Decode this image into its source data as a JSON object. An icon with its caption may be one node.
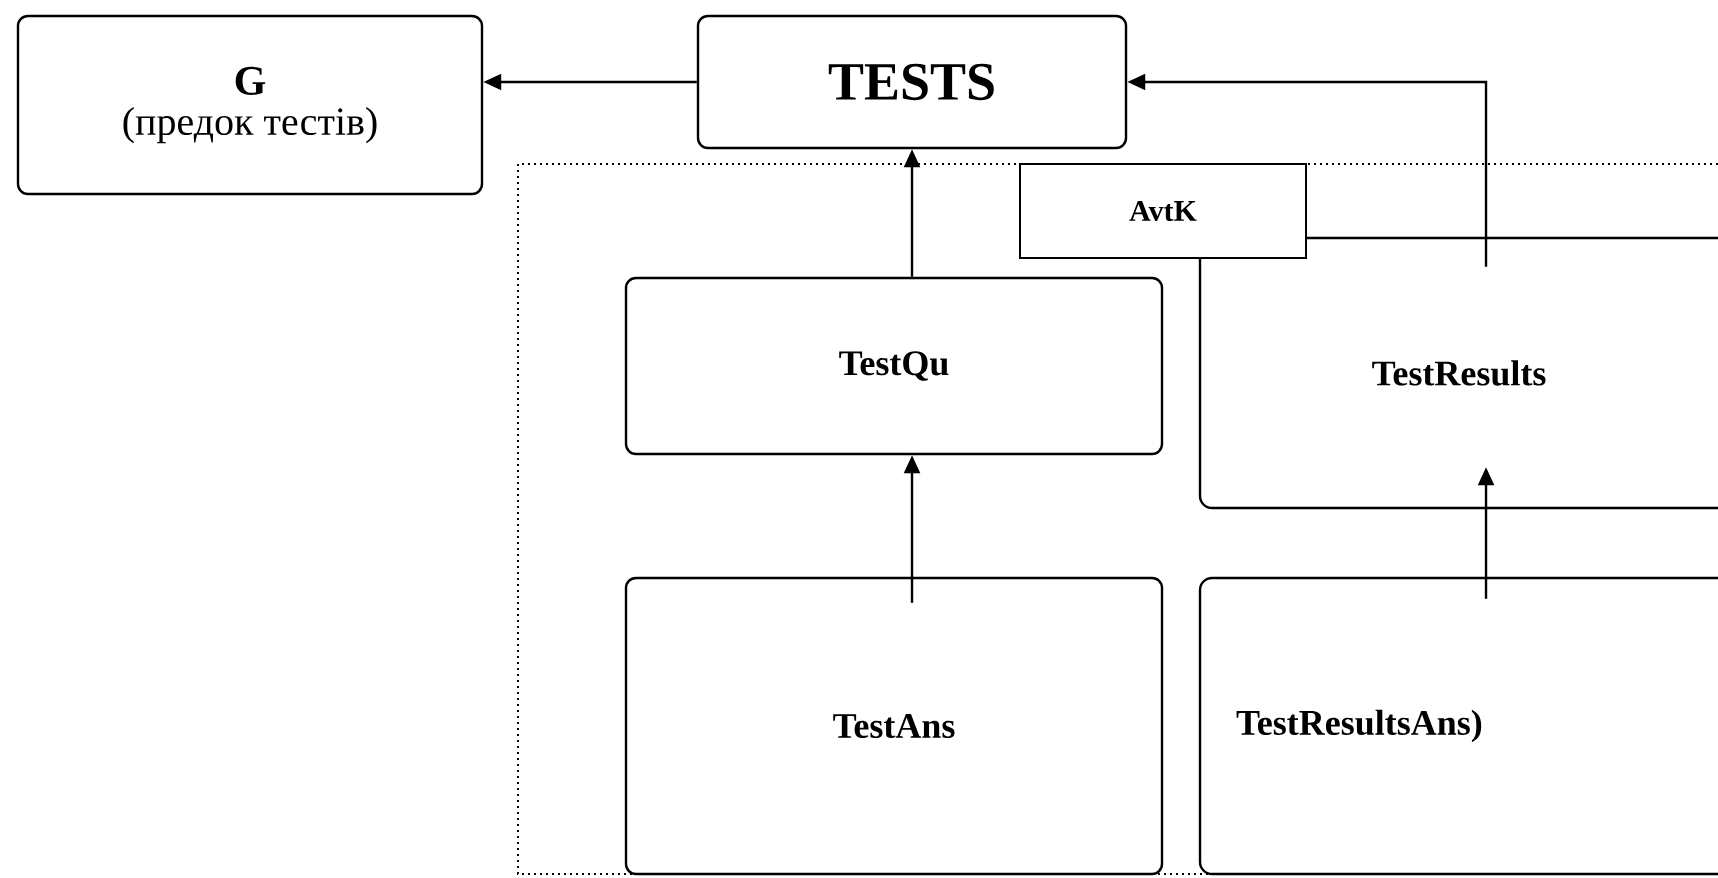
{
  "diagram": {
    "nodes": [
      {
        "text": [
          "G",
          "(предок тестів)"
        ]
      },
      {
        "text": [
          "TESTS"
        ]
      },
      {
        "text": [],
        "shape": "box"
      },
      {
        "text": [
          "AvtK"
        ],
        "in": 2
      },
      {
        "text": [
          "TestQu"
        ],
        "in": 2
      },
      {
        "text": [
          "TestResults"
        ],
        "in": 2
      },
      {
        "text": [
          "TestAns"
        ],
        "in": 2
      },
      {
        "text": [
          "TestResultsAns)"
        ],
        "in": 2
      }
    ],
    "edges": [
      {
        "from": 1,
        "to": 0,
        "arrow": "to"
      },
      {
        "from": 4,
        "to": 1,
        "arrow": "to"
      },
      {
        "from": 5,
        "to": 1,
        "arrow": "to"
      },
      {
        "from": 6,
        "to": 4,
        "arrow": "to"
      },
      {
        "from": 7,
        "to": 5,
        "arrow": "to"
      }
    ]
  }
}
